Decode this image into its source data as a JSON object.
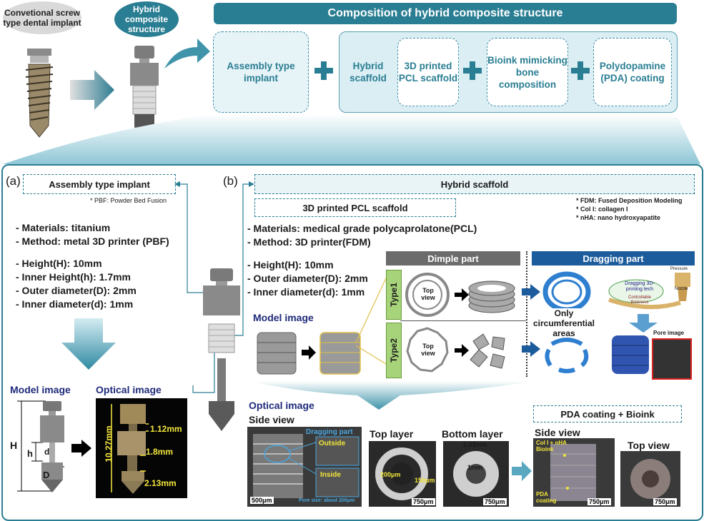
{
  "top": {
    "conventional_label": "Convetional screw type dental implant",
    "hybrid_label": "Hybrid composite structure",
    "composition_title": "Composition of hybrid composite structure",
    "assembly": "Assembly type implant",
    "hybrid_scaffold": "Hybrid scaffold",
    "pcl": "3D printed PCL scaffold",
    "bioink": "Bioink mimicking bone composition",
    "pda": "Polydopamine (PDA) coating"
  },
  "panel_a": {
    "letter": "(a)",
    "title": "Assembly type implant",
    "pbf_note": "* PBF: Powder Bed Fusion",
    "materials": "- Materials: titanium",
    "method": "- Method: metal 3D printer (PBF)",
    "height": "- Height(H): 10mm",
    "inner_height": "- Inner Height(h): 1.7mm",
    "outer_diameter": "- Outer diameter(D): 2mm",
    "inner_diameter": "- Inner diameter(d): 1mm",
    "model_image": "Model image",
    "optical_image": "Optical image",
    "dim_H": "H",
    "dim_h": "h",
    "dim_d": "d",
    "dim_D": "D",
    "meas_total": "10.27mm",
    "meas_1": "1.12mm",
    "meas_2": "1.8mm",
    "meas_3": "2.13mm"
  },
  "panel_b": {
    "letter": "(b)",
    "title": "Hybrid scaffold",
    "subtitle": "3D printed PCL scaffold",
    "fdm_note": "* FDM: Fused Deposition Modeling",
    "col_note": "* Col I: collagen I",
    "nha_note": "* nHA: nano hydroxyapatite",
    "materials": "- Materials: medical grade polycaprolatone(PCL)",
    "method": "- Method: 3D printer(FDM)",
    "height": "- Height(H): 10mm",
    "outer_diameter": "- Outer diameter(D): 2mm",
    "inner_diameter": "- Inner diameter(d): 1mm",
    "model_image": "Model image",
    "dimple_part": "Dimple part",
    "dragging_part": "Dragging part",
    "type1": "Type1",
    "type2": "Type2",
    "top_view": "Top view",
    "only_circ": "Only circumferential areas",
    "dragging_tech": "Dragging 3D-printing tech",
    "controllable": "Controllable thickness",
    "pressure": "Pressure",
    "nozzle": "Nozzle",
    "pore_image": "Pore image",
    "optical_image": "Optical image",
    "side_view": "Side view",
    "dragging_part_label": "Dragging part",
    "outside": "Outside",
    "inside": "Inside",
    "pore_size": "Pore size: about 200μm",
    "scale_500": "500μm",
    "top_layer": "Top layer",
    "bottom_layer": "Bottom layer",
    "meas_200": "200μm",
    "meas_150": "150μm",
    "meas_203": "2.03mm",
    "meas_1mm": "1mm",
    "scale_750": "750μm",
    "pda_bioink": "PDA coating + Bioink",
    "side_view2": "Side view",
    "top_view2": "Top view",
    "col_nha_bioink": "Col I + nHA Bioink",
    "pda_coating": "PDA coating"
  },
  "colors": {
    "teal": "#2a7e93",
    "navy": "#1f2a7a",
    "type_green": "#a7d47a",
    "blue_ring": "#2f7fd0"
  }
}
